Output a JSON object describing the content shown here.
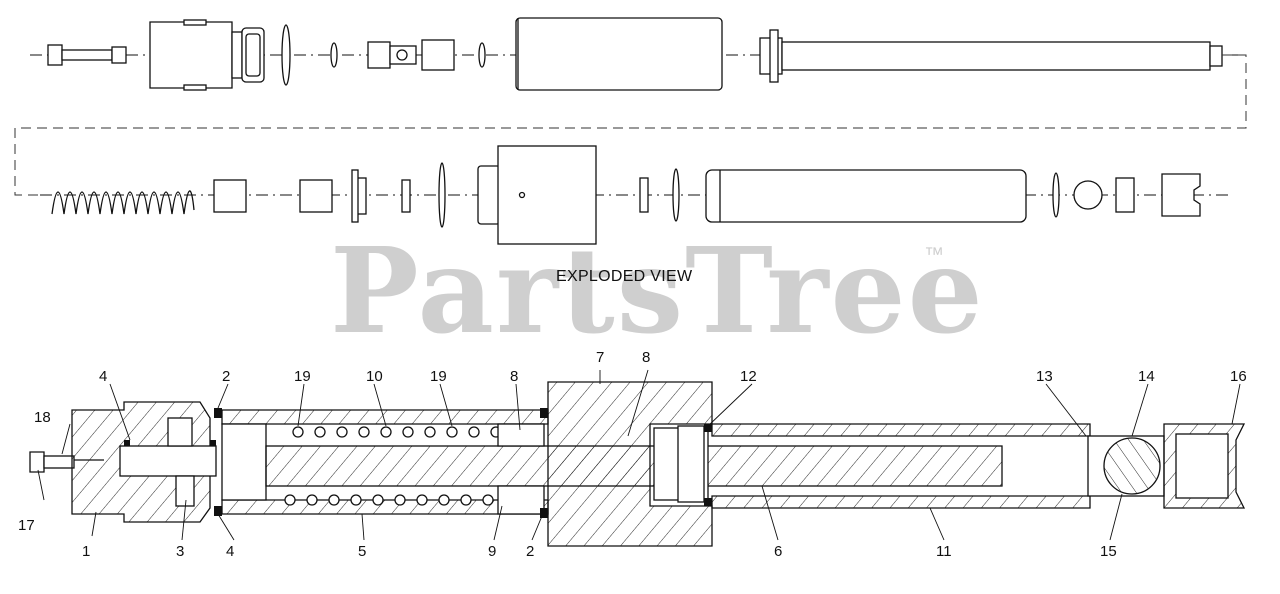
{
  "watermark": {
    "brand": "PartsTree",
    "trademark": "™"
  },
  "caption": "EXPLODED VIEW",
  "callouts": [
    "1",
    "2",
    "3",
    "4",
    "5",
    "6",
    "7",
    "8",
    "9",
    "10",
    "11",
    "12",
    "13",
    "14",
    "15",
    "16",
    "17",
    "18",
    "19"
  ]
}
